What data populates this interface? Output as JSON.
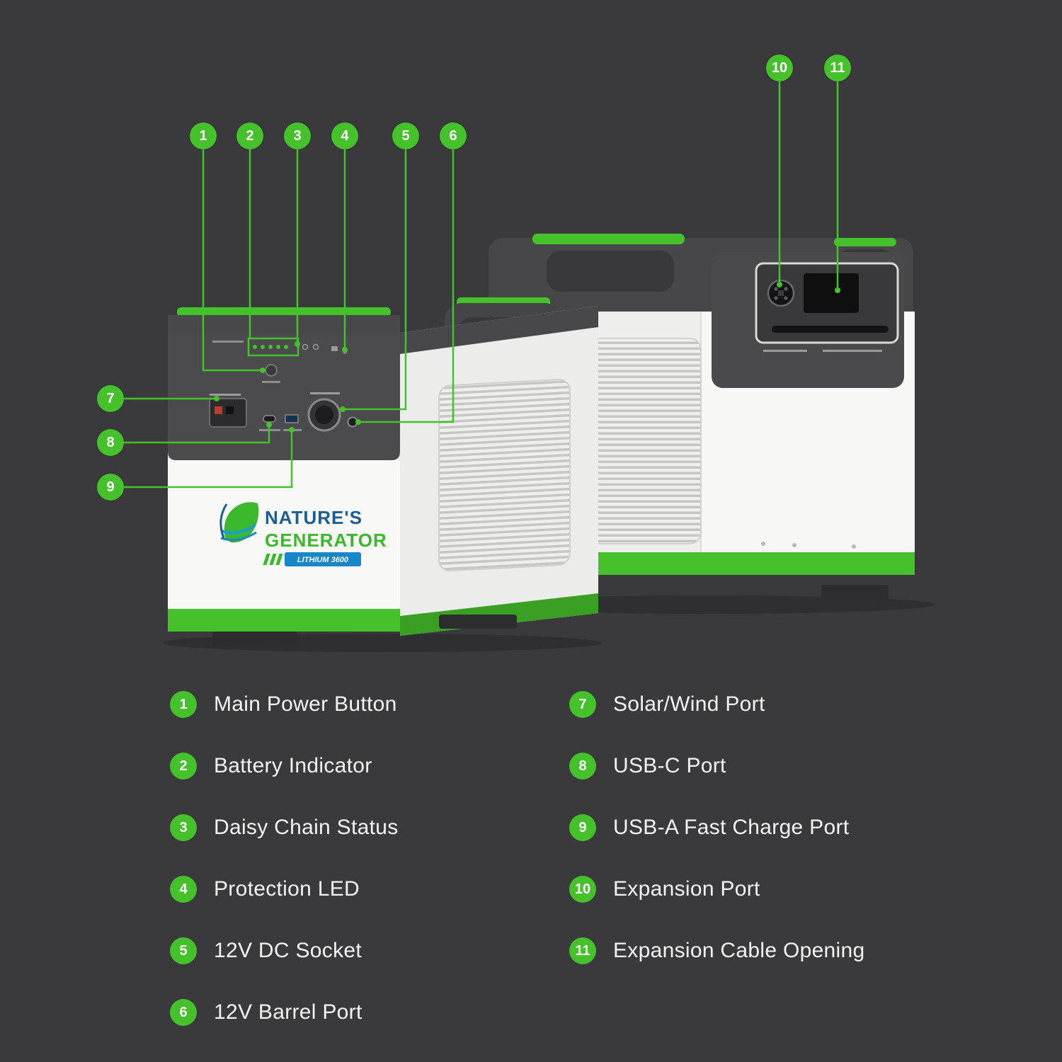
{
  "colors": {
    "background": "#3a3a3c",
    "accent_green": "#45c12b",
    "body_white": "#f7f7f5",
    "panel_dark": "#4a4a4d",
    "logo_blue": "#1b5e8f",
    "logo_light_blue": "#1787c8",
    "logo_green": "#3cb82d"
  },
  "brand": {
    "line1": "NATURE'S",
    "line2": "GENERATOR",
    "model": "LITHIUM 3600"
  },
  "legend": {
    "left": [
      {
        "num": "1",
        "label": "Main Power Button"
      },
      {
        "num": "2",
        "label": "Battery Indicator"
      },
      {
        "num": "3",
        "label": "Daisy Chain Status"
      },
      {
        "num": "4",
        "label": "Protection LED"
      },
      {
        "num": "5",
        "label": "12V DC Socket"
      },
      {
        "num": "6",
        "label": "12V Barrel Port"
      }
    ],
    "right": [
      {
        "num": "7",
        "label": "Solar/Wind Port"
      },
      {
        "num": "8",
        "label": "USB-C Port"
      },
      {
        "num": "9",
        "label": "USB-A Fast Charge Port"
      },
      {
        "num": "10",
        "label": "Expansion Port"
      },
      {
        "num": "11",
        "label": "Expansion Cable Opening"
      }
    ]
  }
}
